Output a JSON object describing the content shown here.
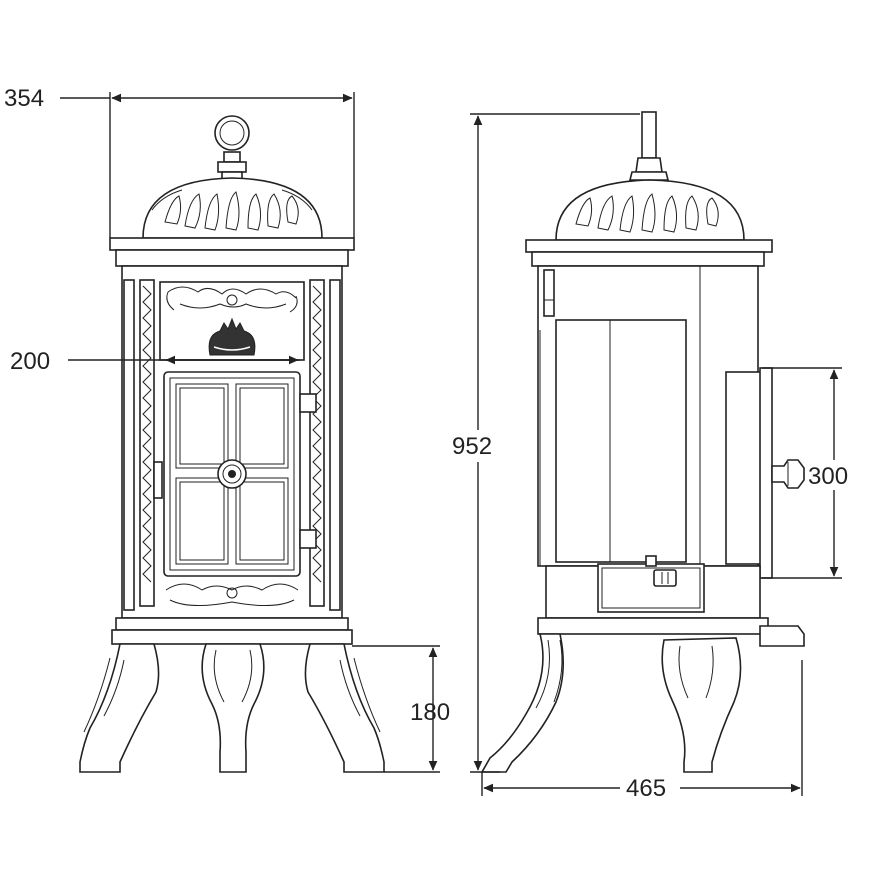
{
  "dimensions": {
    "width_front": "354",
    "door_width": "200",
    "total_height": "952",
    "leg_height": "180",
    "depth": "465",
    "side_door_height": "300"
  },
  "colors": {
    "line": "#222222",
    "background": "#ffffff"
  }
}
